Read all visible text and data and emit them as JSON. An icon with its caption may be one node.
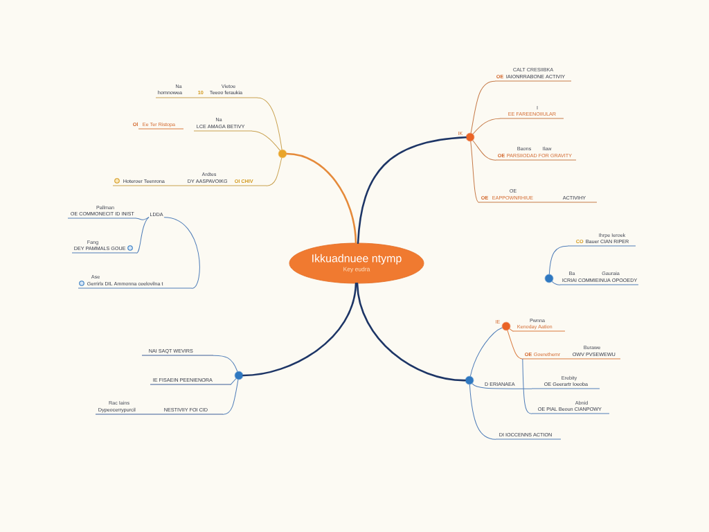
{
  "diagram": {
    "nodes": [
      {
        "text": [
          "Ikkuadnuee ntymp",
          "Key eudra"
        ]
      },
      {
        "text": [],
        "shape": "circle"
      },
      {
        "text": [
          "Na",
          "homnowea",
          "10",
          "Vietoe",
          "Teeoo feraukia"
        ]
      },
      {
        "text": [
          "Ol",
          "Ee Ter Ristopa"
        ]
      },
      {
        "text": [
          "Na",
          "LCE AMAGA BETIVY"
        ]
      },
      {
        "text": [
          "Hoteroer Teenrona",
          "Ardtes",
          "DY AASPAVOIKG",
          "OI CHIV"
        ]
      },
      {
        "text": [
          "LDDA"
        ]
      },
      {
        "text": [
          "Pallman",
          "OE COMMONECIT ID INIST"
        ]
      },
      {
        "text": [
          "Fang",
          "DEY PAMMALS GOUE"
        ]
      },
      {
        "text": [
          "Ase",
          "Gerrirlx DIL Ammonna ceelovilna t"
        ]
      },
      {
        "text": [],
        "shape": "circle"
      },
      {
        "text": [
          "NAI SAQT WEVIRS"
        ]
      },
      {
        "text": [
          "IE FISAEIN PEENIENORA"
        ]
      },
      {
        "text": [
          "Rac Iains",
          "Dypeocerrypurcil",
          "NESTIVIIY FOI CID"
        ]
      },
      {
        "text": [],
        "shape": "circle",
        "beside": [
          "IK"
        ]
      },
      {
        "text": [
          "CALT CRESIIBKA",
          "OE",
          "IAIONRRABONE ACTIVIY"
        ]
      },
      {
        "text": [
          "I",
          "EE FAREENOIIULAR"
        ]
      },
      {
        "text": [
          "Baons",
          "Ilaw",
          "OE",
          "PARSIIODAD FOR GRAVITY"
        ]
      },
      {
        "text": [
          "OE",
          "OE",
          "EAPPOWNRHIUE",
          "ACTIVIHY"
        ]
      },
      {
        "text": [],
        "shape": "circle"
      },
      {
        "text": [
          "Ihrpe Ieroek",
          "CO",
          "Bauer CIAN RIPER"
        ]
      },
      {
        "text": [
          "Ba",
          "Gauraia",
          "ICRIAI COMMIEINUA OPOOEDY"
        ]
      },
      {
        "text": [],
        "shape": "circle"
      },
      {
        "text": [],
        "shape": "circle",
        "beside": [
          "IE"
        ]
      },
      {
        "text": [
          "Pwnna",
          "Kenoday Aation"
        ]
      },
      {
        "text": [
          "OE",
          "Goerethemr",
          "Burawe",
          "OWV PVSEWEWU"
        ]
      },
      {
        "text": [
          "Erebity",
          "OE Geerartr Ioeoba"
        ]
      },
      {
        "text": [
          "Abnid",
          "OE PIAL Beoun CIANPOWY"
        ]
      },
      {
        "text": [
          "DI IOCCENNS ACTION"
        ]
      }
    ],
    "edges": [
      {
        "from": 0,
        "to": 1,
        "arrow": "none",
        "style": "thick",
        "color": "#e58a3a"
      },
      {
        "from": 1,
        "to": 2,
        "arrow": "none",
        "color": "#c8a04e"
      },
      {
        "from": 1,
        "to": 4,
        "arrow": "none",
        "color": "#c8a04e"
      },
      {
        "from": 1,
        "to": 5,
        "arrow": "none",
        "color": "#c8a04e"
      },
      {
        "from": 0,
        "to": 14,
        "arrow": "none",
        "style": "thick",
        "color": "#1d3566"
      },
      {
        "from": 14,
        "to": 15,
        "arrow": "none",
        "color": "#c67a48"
      },
      {
        "from": 14,
        "to": 16,
        "arrow": "none",
        "color": "#c67a48"
      },
      {
        "from": 14,
        "to": 17,
        "arrow": "none",
        "color": "#c67a48"
      },
      {
        "from": 14,
        "to": 18,
        "arrow": "none",
        "color": "#c67a48"
      },
      {
        "from": 0,
        "to": 10,
        "arrow": "none",
        "style": "thick",
        "color": "#1d3566"
      },
      {
        "from": 10,
        "to": 11,
        "arrow": "none"
      },
      {
        "from": 10,
        "to": 12,
        "arrow": "none"
      },
      {
        "from": 10,
        "to": 13,
        "arrow": "none"
      },
      {
        "from": 0,
        "to": 22,
        "arrow": "none",
        "style": "thick",
        "color": "#1d3566"
      },
      {
        "from": 22,
        "to": 23,
        "arrow": "none"
      },
      {
        "from": 23,
        "to": 24,
        "arrow": "none",
        "color": "#d9783c"
      },
      {
        "from": 23,
        "to": 25,
        "arrow": "none",
        "color": "#d9783c"
      },
      {
        "from": 25,
        "to": 27,
        "arrow": "none"
      },
      {
        "from": 22,
        "to": 26,
        "arrow": "none",
        "label": "D ERIANAEA"
      },
      {
        "from": 22,
        "to": 28,
        "arrow": "none"
      },
      {
        "from": 19,
        "to": 20,
        "arrow": "none"
      },
      {
        "from": 19,
        "to": 21,
        "arrow": "none"
      },
      {
        "from": 6,
        "to": 7,
        "arrow": "none"
      },
      {
        "from": 6,
        "to": 8,
        "arrow": "none"
      },
      {
        "from": 6,
        "to": 9,
        "arrow": "none"
      }
    ]
  }
}
